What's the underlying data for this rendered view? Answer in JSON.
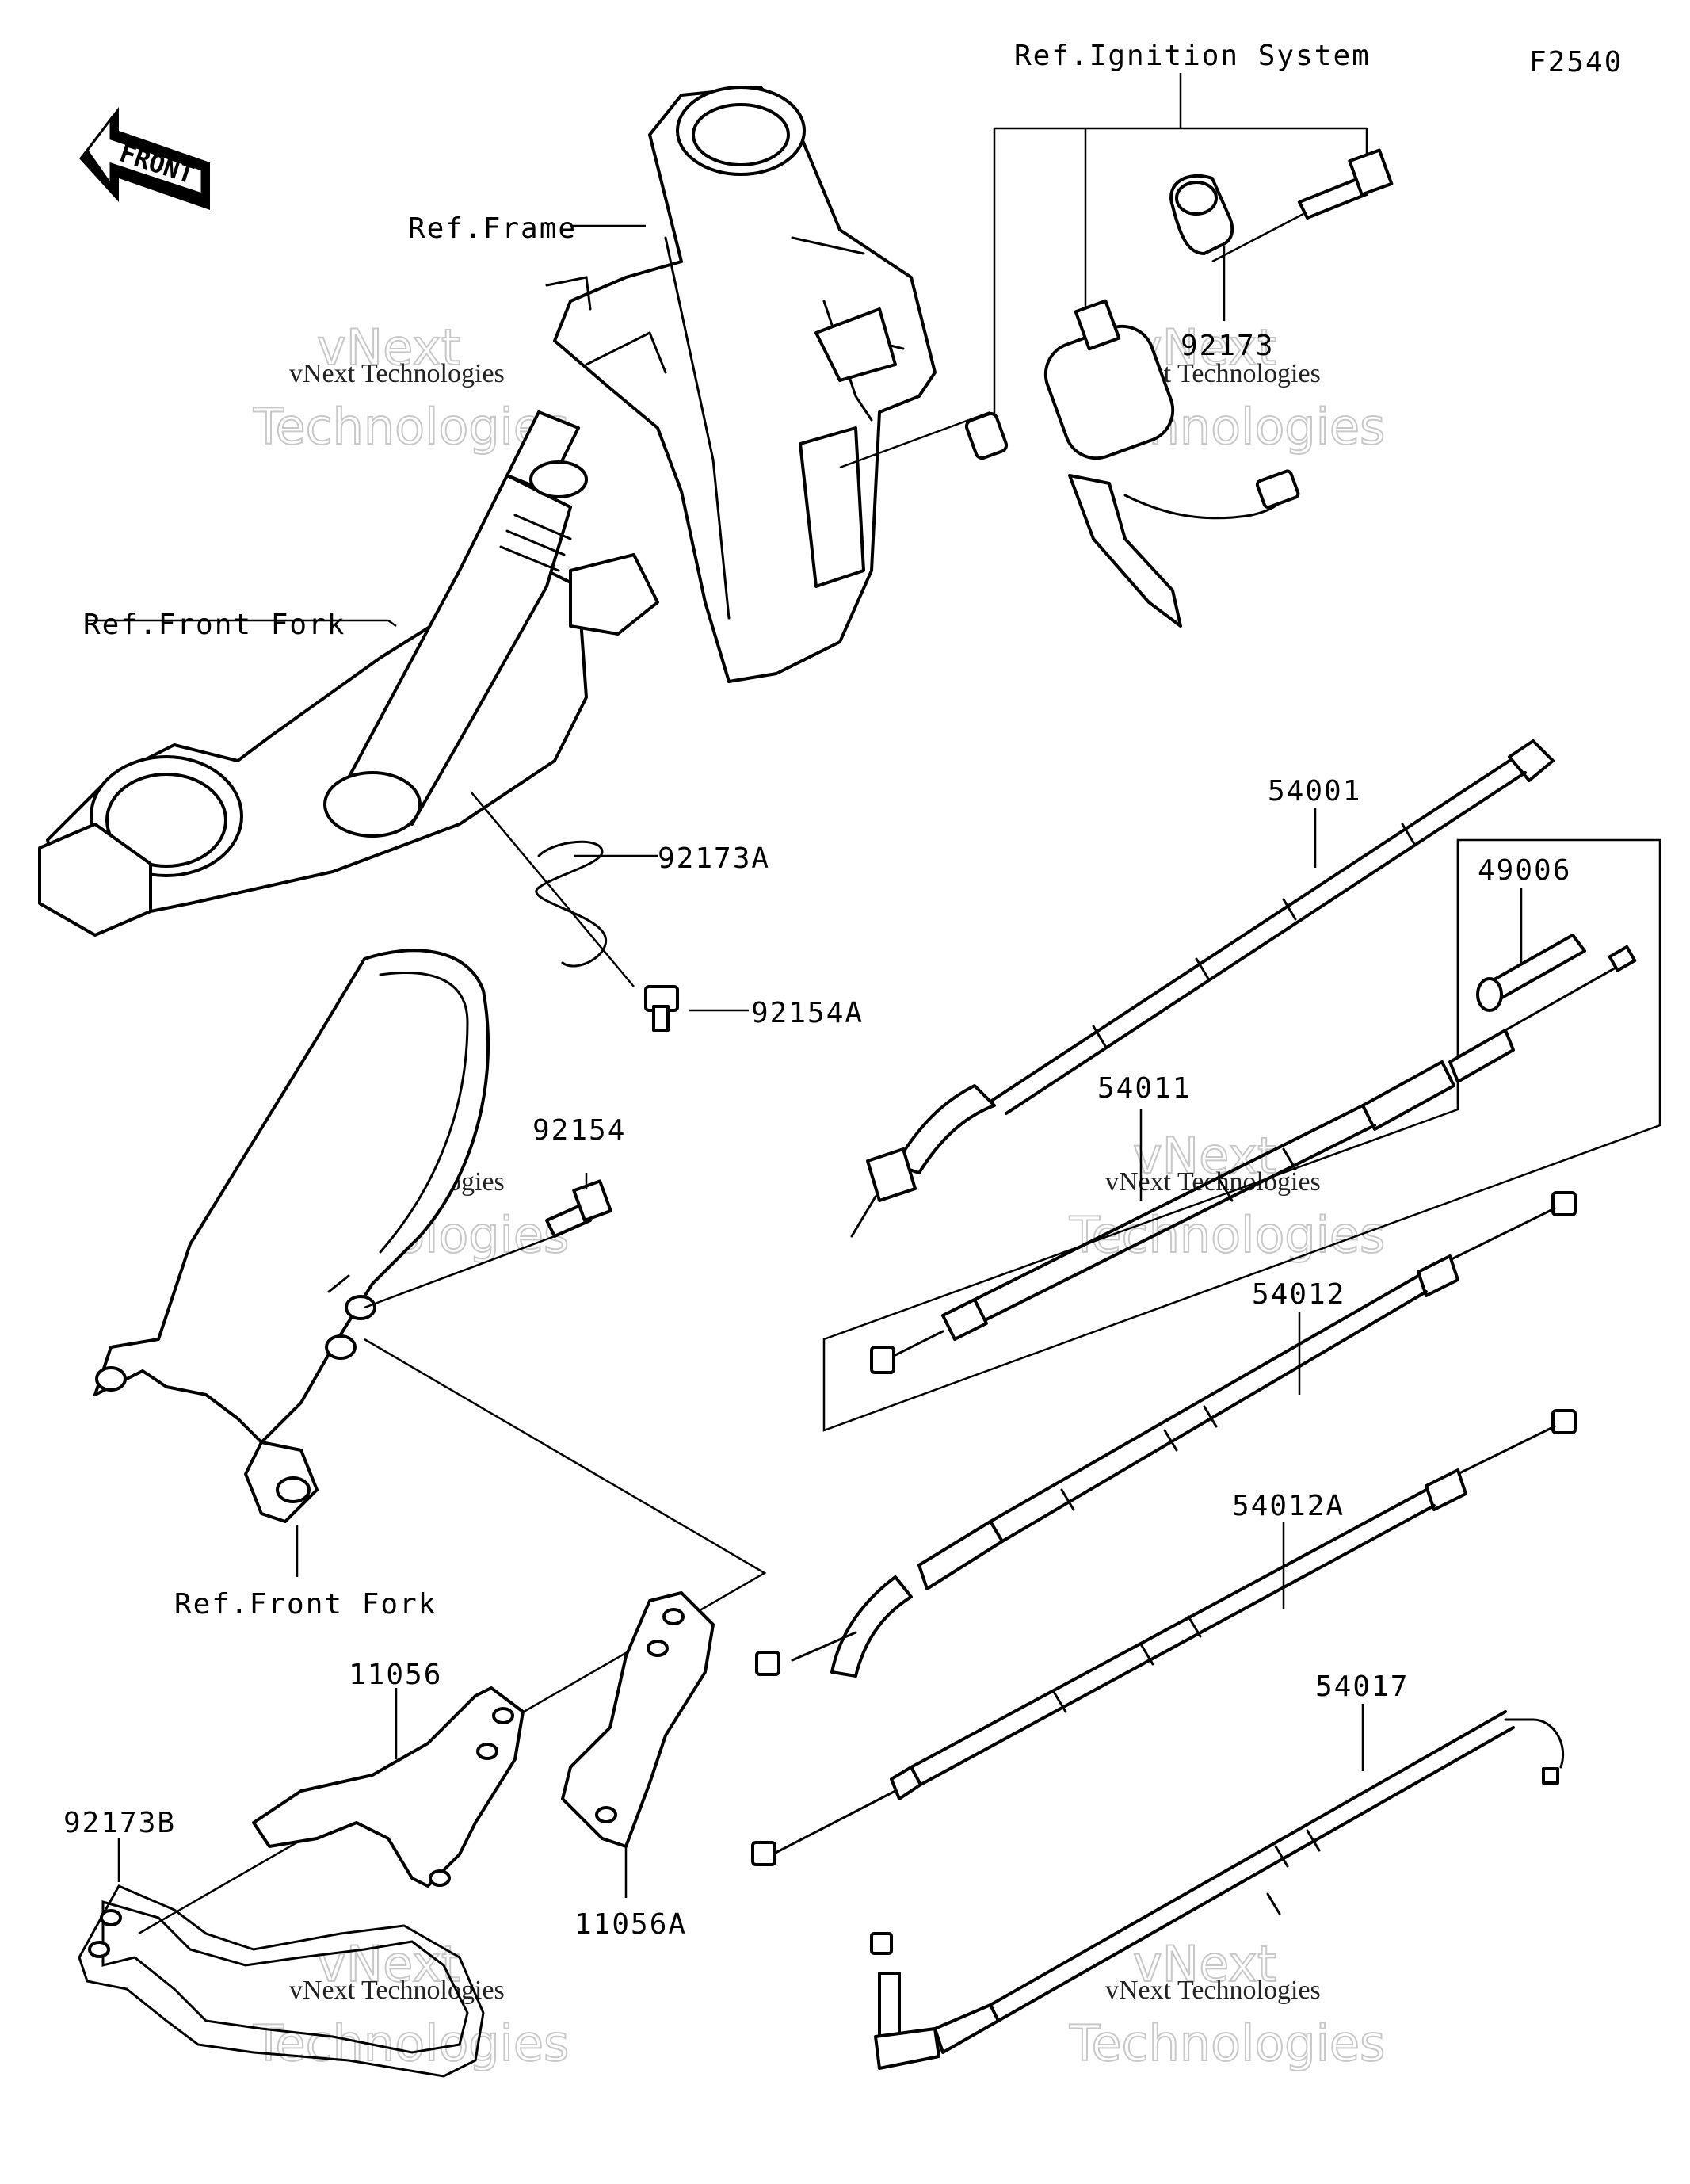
{
  "diagram_id": "F2540",
  "front_badge": "FRONT",
  "labels": {
    "ref_ignition": "Ref.Ignition System",
    "ref_frame": "Ref.Frame",
    "ref_front_fork_top": "Ref.Front Fork",
    "ref_front_fork_bottom": "Ref.Front Fork",
    "p92173": "92173",
    "p92173A": "92173A",
    "p92154A": "92154A",
    "p92154": "92154",
    "p54001": "54001",
    "p49006": "49006",
    "p54011": "54011",
    "p54012": "54012",
    "p54012A": "54012A",
    "p54017": "54017",
    "p11056": "11056",
    "p11056A": "11056A",
    "p92173B": "92173B"
  },
  "watermark": {
    "line1": "vNext",
    "line2": "Technologies",
    "small": "vNext Technologies"
  }
}
